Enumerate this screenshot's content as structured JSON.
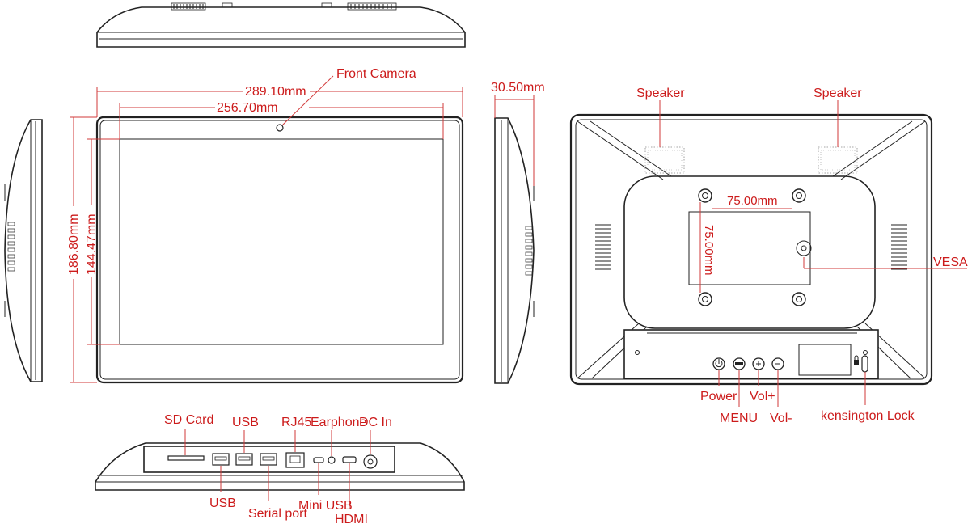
{
  "drawing": {
    "views": {
      "top": {},
      "front": {
        "labels": {
          "front_camera": "Front Camera",
          "width_overall": "289.10mm",
          "width_screen": "256.70mm",
          "height_overall": "186.80mm",
          "height_screen": "144.47mm"
        }
      },
      "side": {
        "labels": {
          "depth": "30.50mm"
        }
      },
      "rear": {
        "labels": {
          "speaker_left": "Speaker",
          "speaker_right": "Speaker",
          "vesa_h": "75.00mm",
          "vesa_v": "75.00mm",
          "vesa": "VESA",
          "power": "Power",
          "menu": "MENU",
          "vol_plus": "Vol+",
          "vol_minus": "Vol-",
          "kensington": "kensington Lock"
        }
      },
      "bottom": {
        "labels": {
          "sd_card": "SD Card",
          "usb_top": "USB",
          "rj45": "RJ45",
          "earphone": "Earphone",
          "dc_in": "DC In",
          "usb_bottom": "USB",
          "serial_port": "Serial port",
          "mini_usb": "Mini USB",
          "hdmi": "HDMI"
        }
      }
    },
    "colors": {
      "dimension": "#cc1b1b",
      "outline": "#222222"
    }
  }
}
